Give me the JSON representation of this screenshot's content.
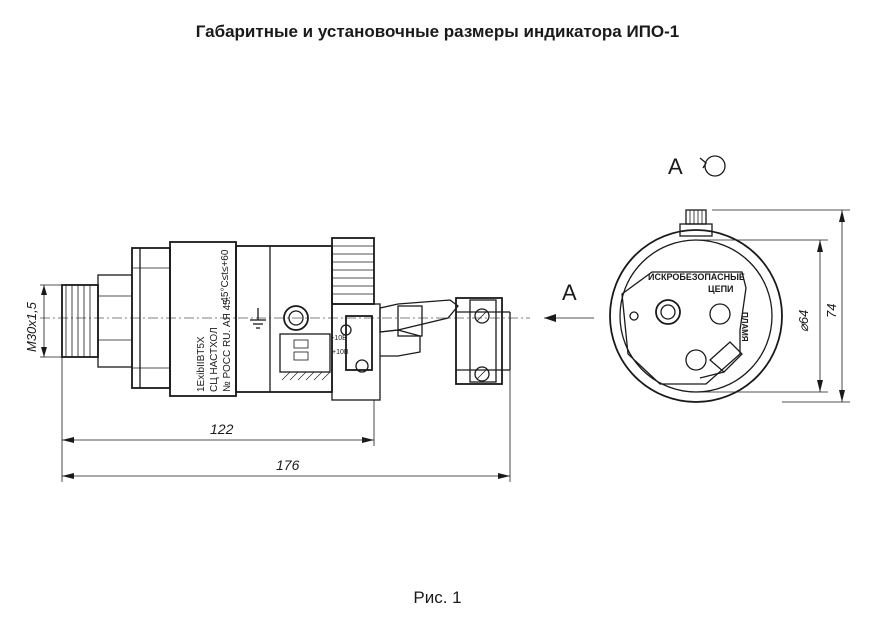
{
  "title": "Габаритные и установочные размеры индикатора ИПО-1",
  "caption": "Рис. 1",
  "side_view": {
    "thread_label": "М30х1,5",
    "dim_short": "122",
    "dim_long": "176",
    "marking_lines": [
      "1ExibIIBT5X",
      "СЦ НАСТХОЛ",
      "№ РОСС RU. АЯ 45."
    ],
    "temp_label": "-45°C≤t≤+60",
    "terminal_labels": [
      "-10В",
      "+10В"
    ],
    "view_arrow_label": "А"
  },
  "end_view": {
    "view_label": "А",
    "dia_label": "⌀64",
    "height_label": "74",
    "circuit_labels": [
      "ИСКРОБЕЗОПАСНЫЕ",
      "ЦЕПИ"
    ],
    "flame_label": "ПЛАМЯ"
  }
}
